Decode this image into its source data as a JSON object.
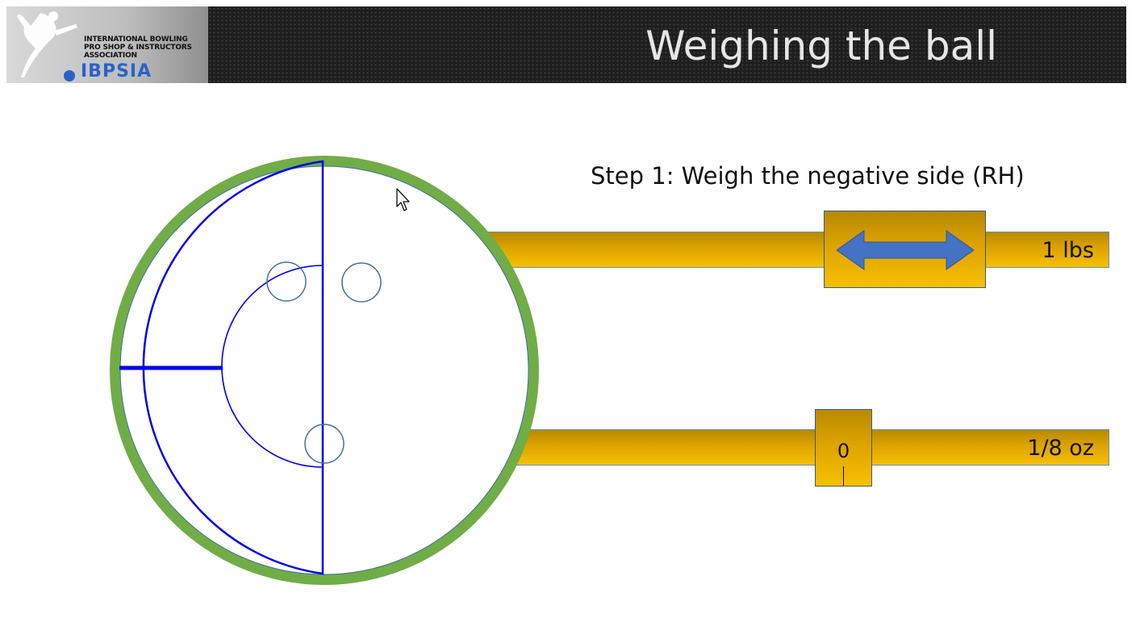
{
  "header": {
    "title": "Weighing the ball",
    "logo": {
      "line1": "INTERNATIONAL BOWLING",
      "line2": "PRO SHOP & INSTRUCTORS",
      "line3": "ASSOCIATION",
      "brand": "IBPSIA"
    }
  },
  "content": {
    "step_label": "Step 1: Weigh the negative side (RH)",
    "scale_lbs": {
      "unit_label": "1 lbs",
      "slider_icon": "double-arrow-icon"
    },
    "scale_oz": {
      "unit_label": "1/8 oz",
      "slider_value": "0"
    }
  },
  "colors": {
    "header_bg": "#1e1e1e",
    "title_text": "#e6e6e6",
    "beam_gold": "#f7c000",
    "beam_dark": "#b88a00",
    "arrow_blue": "#4472c4",
    "ball_ring": "#70ad47",
    "layout_lines": "#0000ee",
    "finger_holes": "#41719c"
  },
  "icons": [
    "bowler-logo-icon",
    "double-arrow-icon",
    "cursor-icon"
  ]
}
